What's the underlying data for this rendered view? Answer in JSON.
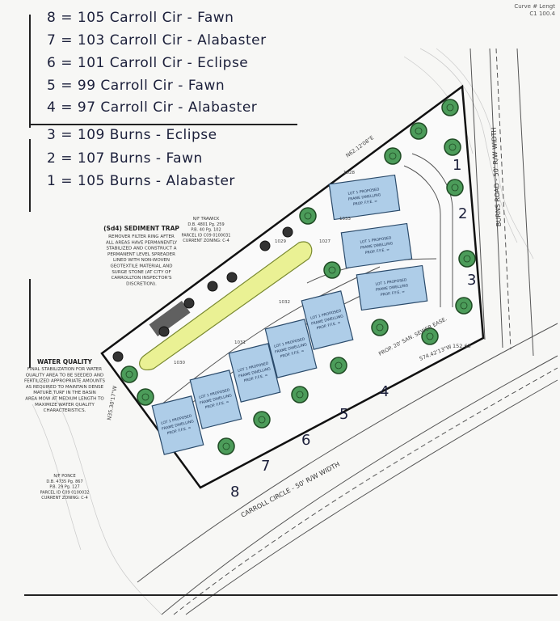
{
  "legend": [
    {
      "key": "8",
      "address": "105 Carroll Cir",
      "color": "Fawn"
    },
    {
      "key": "7",
      "address": "103 Carroll Cir",
      "color": "Alabaster"
    },
    {
      "key": "6",
      "address": "101 Carroll Cir",
      "color": "Eclipse"
    },
    {
      "key": "5",
      "address": "99 Carroll Cir",
      "color": "Fawn"
    },
    {
      "key": "4",
      "address": "97 Carroll Cir",
      "color": "Alabaster"
    },
    {
      "key": "3",
      "address": "109 Burns",
      "color": "Eclipse"
    },
    {
      "key": "2",
      "address": "107 Burns",
      "color": "Fawn"
    },
    {
      "key": "1",
      "address": "105 Burns",
      "color": "Alabaster"
    }
  ],
  "corner": {
    "line1": "Curve #   Lengt",
    "line2": "C1       100.4"
  },
  "site": {
    "road_bottom": "CARROLL CIRCLE - 50' R/W WIDTH",
    "road_right": "BURNS ROAD - 50' R/W WIDTH",
    "sediment_title": "(Sd4) SEDIMENT TRAP",
    "sediment_text": [
      "REMOVER FILTER RING AFTER",
      "ALL AREAS HAVE PERMANENTLY",
      "STABILIZED AND CONSTRUCT A",
      "PERMANENT LEVEL SPREADER",
      "LINED WITH NON-WOVEN",
      "GEOTEXTILE MATERIAL AND",
      "SURGE STONE (AT CITY OF",
      "CARROLLTON INSPECTOR'S",
      "DISCRETION)."
    ],
    "water_title": "WATER QUALITY",
    "water_text": [
      "FINAL STABILIZATION FOR WATER",
      "QUALITY AREA TO BE SEEDED AND",
      "FERTILIZED APPROPRIATE AMOUNTS",
      "AS REQUIRED TO MAINTAIN DENSE",
      "MATURE TURF IN THE BASIN",
      "AREA MOW AT MEDIUM LENGTH TO",
      "MAXIMIZE WATER QUALITY",
      "CHARACTERISTICS."
    ],
    "owner_top": [
      "N/F TRAWICK",
      "D.B. 4801 Pg. 259",
      "P.B. 40 Pg. 102",
      "PARCEL ID C09 0100031",
      "CURRENT ZONING: C-4"
    ],
    "owner_left": [
      "N/F PONCE",
      "D.B. 4735 Pg. 867",
      "P.B. 29 Pg. 127",
      "PARCEL ID C09 0100032",
      "CURRENT ZONING: C-4"
    ],
    "house_label": [
      "LOT 1 PROPOSED",
      "FRAME DWELLING",
      "PROP. F.F.E. ="
    ],
    "sewer": "PROP. 20' SAN. SEWER EASE.",
    "bearing_bottom": "S74.42'13\"W",
    "bearing_left": "N35.30'17\"W",
    "bearing_top": "N62.12'08\"E",
    "dimension": "152.63",
    "lot_numbers": [
      "1",
      "2",
      "3",
      "4",
      "5",
      "6",
      "7",
      "8"
    ],
    "contours": [
      "1028",
      "1029",
      "1030",
      "1031",
      "1032",
      "1033",
      "1027"
    ]
  }
}
